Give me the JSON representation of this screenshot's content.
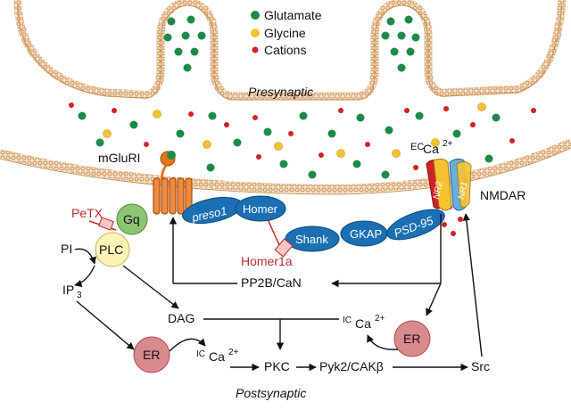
{
  "legend": [
    {
      "label": "Glutamate",
      "color": "#1e8a4a"
    },
    {
      "label": "Glycine",
      "color": "#f2c230"
    },
    {
      "label": "Cations",
      "color": "#d42027"
    }
  ],
  "regions": {
    "presynaptic": "Presynaptic",
    "postsynaptic": "Postsynaptic"
  },
  "receptors": {
    "mglur": "mGluRI",
    "nmdar": "NMDAR",
    "nr2": "NR2",
    "nr1": "NR1",
    "ec_ca_prefix": "EC",
    "ec_ca": "Ca",
    "ec_ca_charge": "2+"
  },
  "scaffold": [
    "preso1",
    "Homer",
    "Shank",
    "GKAP",
    "PSD-95"
  ],
  "toxins": {
    "petx": "PeTX",
    "homer1a": "Homer1a"
  },
  "signaling": {
    "gq": "Gq",
    "plc": "PLC",
    "pi": "PI",
    "ip3": "IP",
    "ip3_sub": "3",
    "dag": "DAG",
    "pp2b": "PP2B/CaN",
    "er": "ER",
    "ic_prefix": "IC",
    "ca": "Ca",
    "ca_charge": "2+",
    "pkc": "PKC",
    "pyk2": "Pyk2/CAKβ",
    "src": "Src"
  },
  "colors": {
    "membrane": "#e3b487",
    "membrane_stroke": "#c98e55",
    "receptor": "#e8731c",
    "scaffold": "#1b6fb3",
    "gq": "#8cc673",
    "plc": "#fbf3b8",
    "er": "#d98a8e"
  }
}
